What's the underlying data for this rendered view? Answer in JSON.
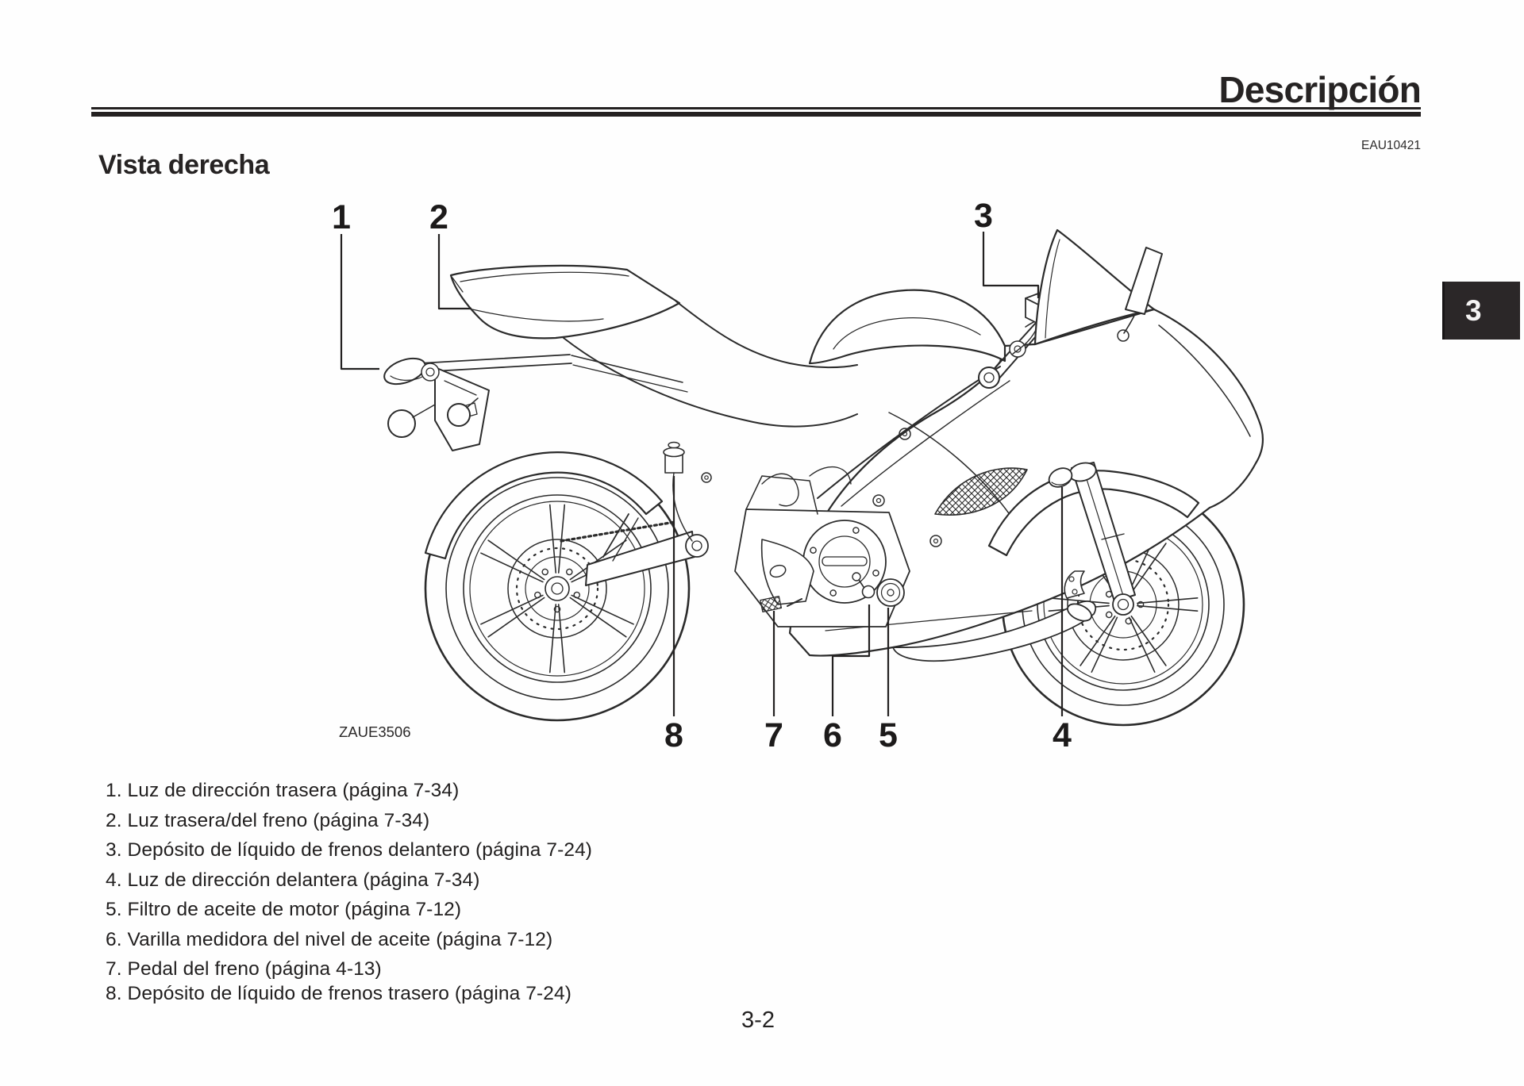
{
  "header": {
    "title": "Descripción",
    "doc_code": "EAU10421"
  },
  "section": {
    "title": "Vista derecha"
  },
  "figure": {
    "image_code": "ZAUE3506",
    "callouts": {
      "n1": "1",
      "n2": "2",
      "n3": "3",
      "n4": "4",
      "n5": "5",
      "n6": "6",
      "n7": "7",
      "n8": "8"
    }
  },
  "legend": [
    "1. Luz de dirección trasera (página 7-34)",
    "2. Luz trasera/del freno (página 7-34)",
    "3. Depósito de líquido de frenos delantero (página 7-24)",
    "4. Luz de dirección delantera (página 7-34)",
    "5. Filtro de aceite de motor (página 7-12)",
    "6. Varilla medidora del nivel de aceite (página 7-12)",
    "7. Pedal del freno (página 4-13)",
    "8. Depósito de líquido de frenos trasero (página 7-24)"
  ],
  "sidebar_tab": {
    "chapter": "3"
  },
  "footer": {
    "page_number": "3-2"
  }
}
